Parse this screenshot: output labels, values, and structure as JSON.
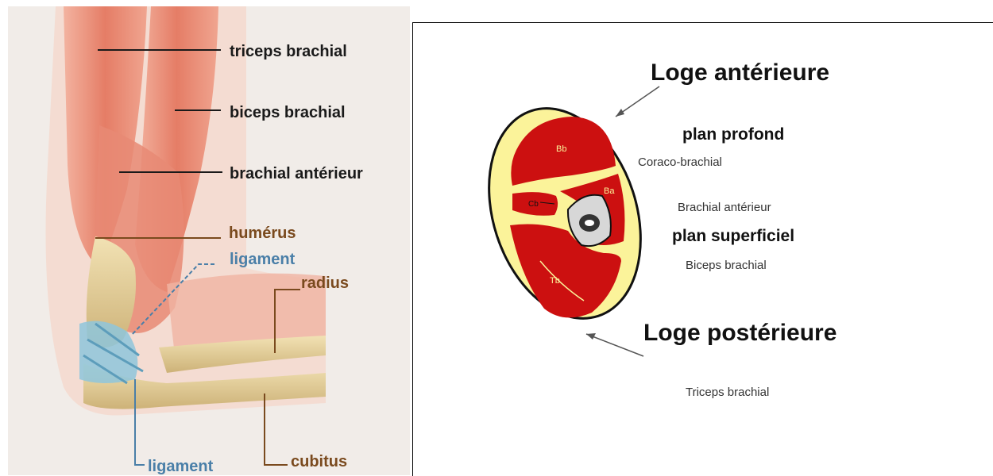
{
  "left_figure": {
    "labels": {
      "triceps": "triceps brachial",
      "biceps": "biceps brachial",
      "brachial": "brachial antérieur",
      "humerus": "humérus",
      "ligament_top": "ligament",
      "radius": "radius",
      "ligament_bottom": "ligament",
      "cubitus": "cubitus"
    },
    "colors": {
      "label_dark": "#1a1a1a",
      "label_brown": "#7a4a1e",
      "label_blue": "#4a7fa8",
      "muscle": "#e8907a",
      "bone": "#e7d29a",
      "ligament": "#8ec5dc"
    }
  },
  "right_figure": {
    "section_labels": {
      "bb": "Bb",
      "ba": "Ba",
      "cb": "Cb",
      "tb": "Tb"
    },
    "text": {
      "loge_anterieure": "Loge antérieure",
      "plan_profond": "plan profond",
      "coraco_brachial": "Coraco-brachial",
      "brachial_anterieur": "Brachial antérieur",
      "plan_superficiel": "plan superficiel",
      "biceps_brachial": "Biceps brachial",
      "loge_posterieure": "Loge postérieure",
      "triceps_brachial": "Triceps brachial"
    },
    "colors": {
      "muscle": "#cc1010",
      "fat": "#fbf39a",
      "outline": "#111111"
    }
  }
}
